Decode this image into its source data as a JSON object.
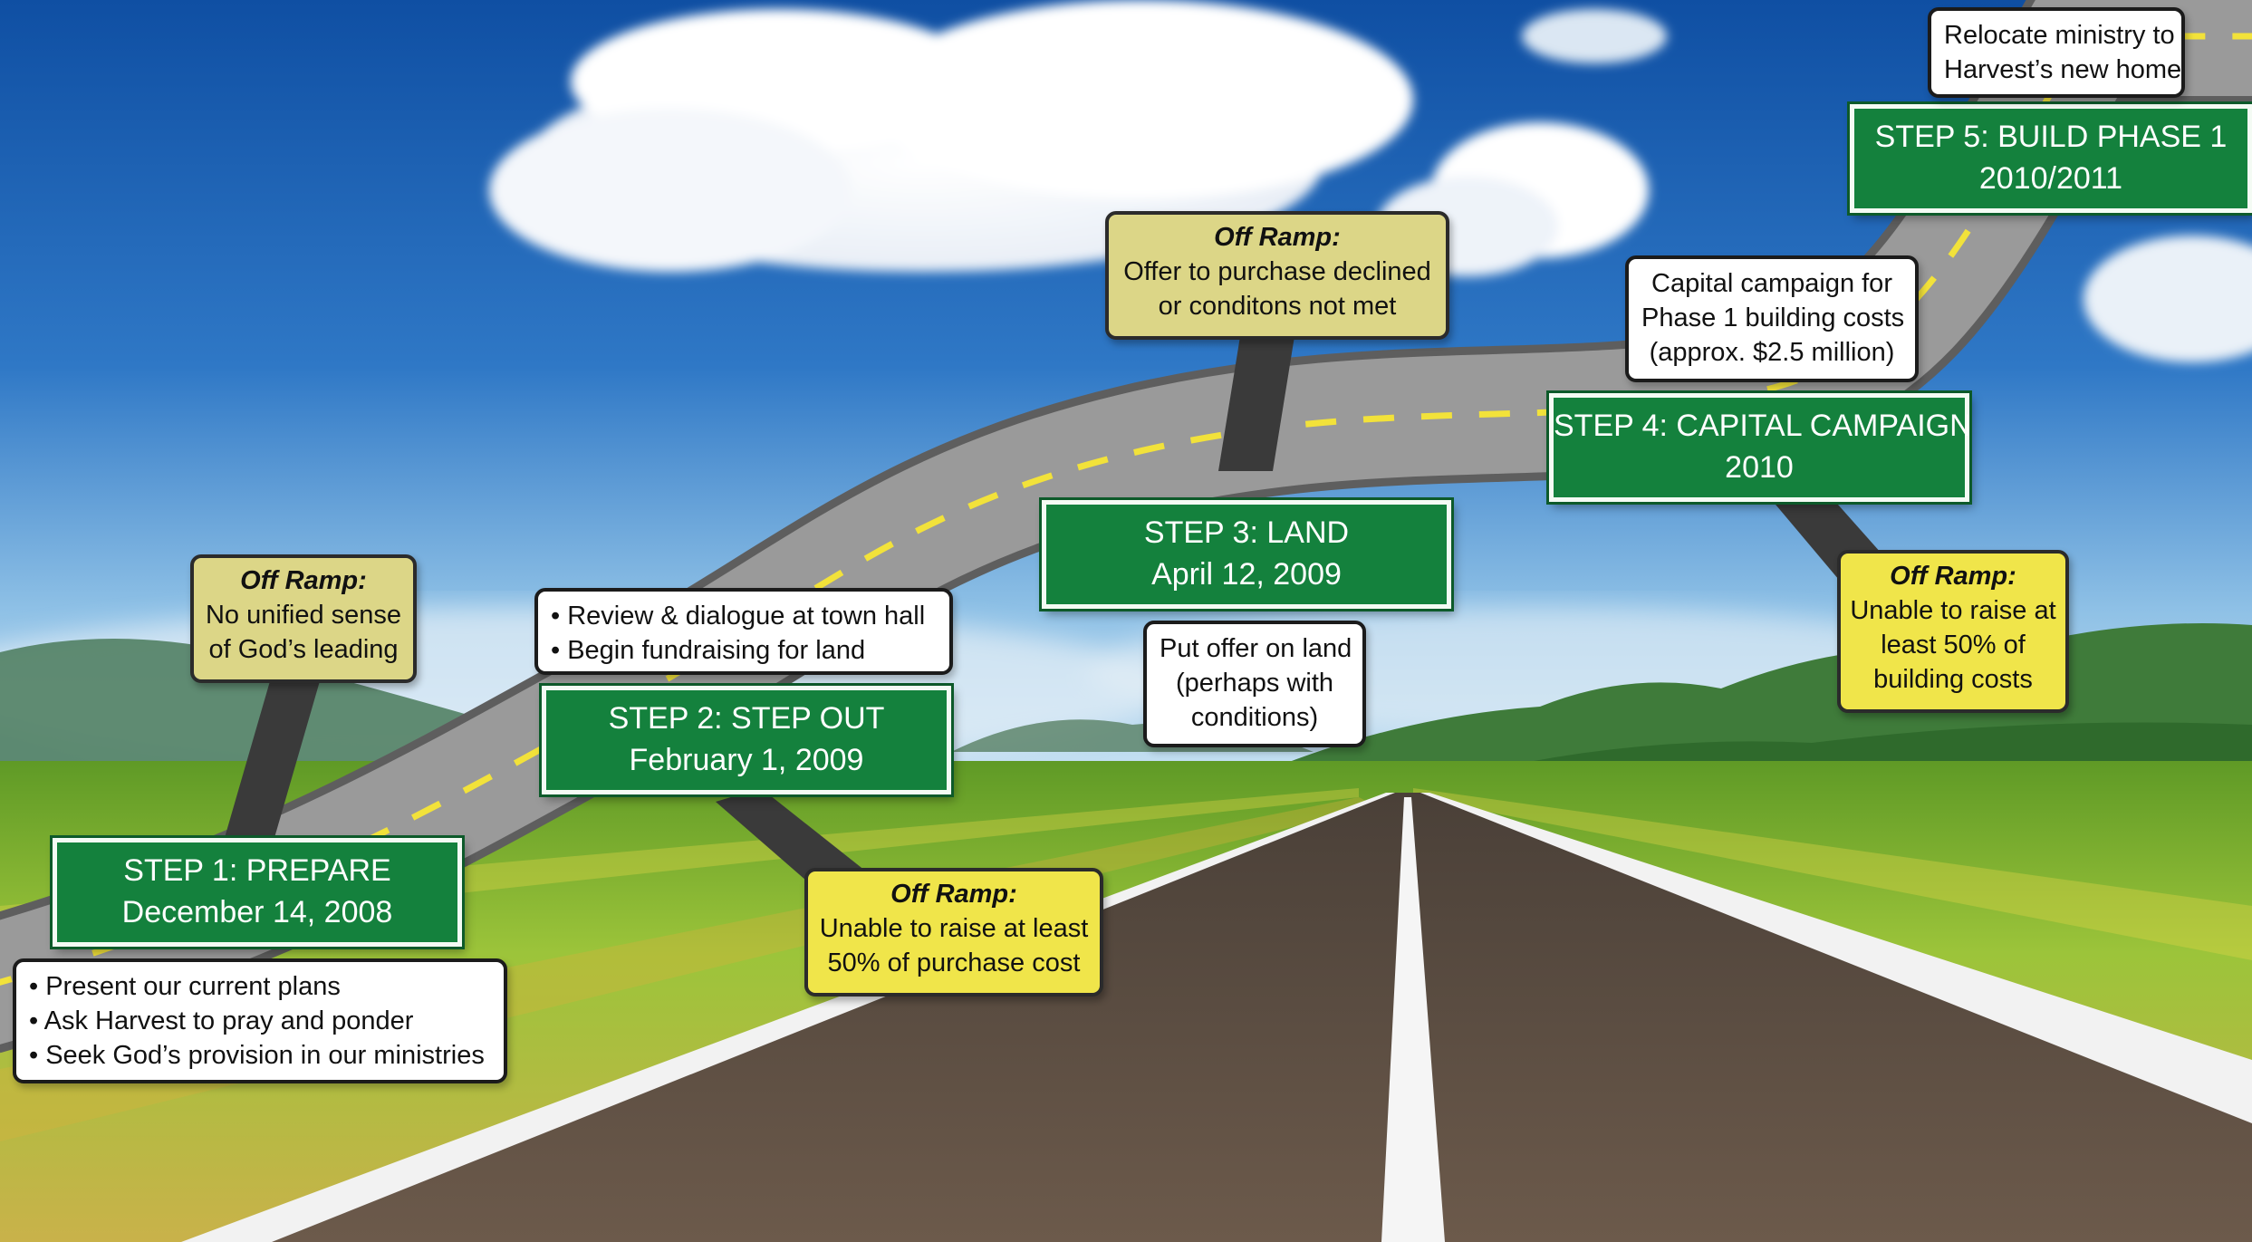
{
  "colors": {
    "step_green": "#14813d",
    "off_ramp_olive": "#dcd687",
    "off_ramp_yellow": "#f0e54a",
    "road_gray": "#8e8e8e",
    "sky_blue": "#1f62b4",
    "grass_green": "#8fbd2c"
  },
  "steps": [
    {
      "line1": "STEP 1:  PREPARE",
      "line2": "December 14, 2008"
    },
    {
      "line1": "STEP 2:  STEP OUT",
      "line2": "February 1, 2009"
    },
    {
      "line1": "STEP 3:  LAND",
      "line2": "April 12, 2009"
    },
    {
      "line1": "STEP 4:  CAPITAL CAMPAIGN",
      "line2": "2010"
    },
    {
      "line1": "STEP 5:  BUILD PHASE 1",
      "line2": "2010/2011"
    }
  ],
  "notes": {
    "step1": [
      "• Present our current plans",
      "• Ask Harvest to pray and ponder",
      "• Seek God’s provision in our ministries"
    ],
    "step2": [
      "• Review & dialogue at town hall",
      "• Begin fundraising for land"
    ],
    "step3": [
      "Put offer on land",
      "(perhaps with",
      "conditions)"
    ],
    "step4": [
      "Capital campaign for",
      "Phase 1 building costs",
      "(approx. $2.5 million)"
    ],
    "step5": [
      "Relocate ministry to",
      "Harvest’s new home"
    ]
  },
  "off_ramps": [
    {
      "title": "Off Ramp:",
      "lines": [
        "No unified sense",
        "of God’s leading"
      ]
    },
    {
      "title": "Off Ramp:",
      "lines": [
        "Unable to raise at least",
        "50% of purchase cost"
      ]
    },
    {
      "title": "Off Ramp:",
      "lines": [
        "Offer to purchase declined",
        "or conditons not met"
      ]
    },
    {
      "title": "Off Ramp:",
      "lines": [
        "Unable to raise at",
        "least 50% of",
        "building costs"
      ]
    }
  ]
}
